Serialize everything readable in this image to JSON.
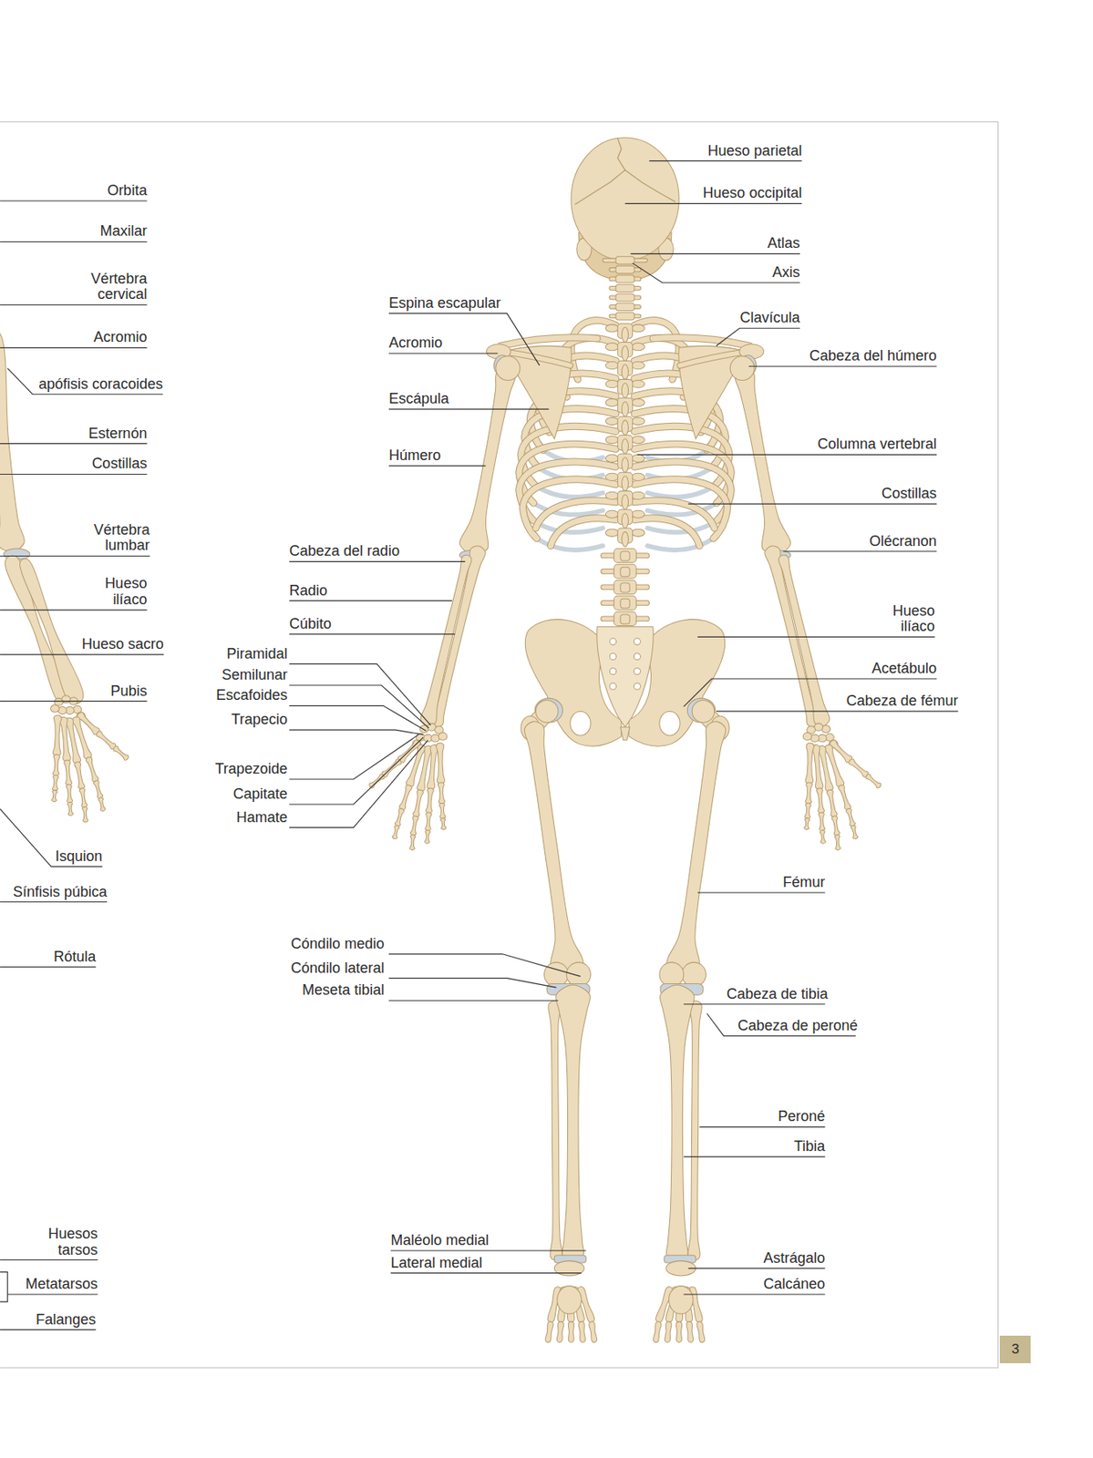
{
  "diagram": {
    "nodes": [
      {
        "text": [
          "3"
        ]
      }
    ],
    "labels": [
      "Orbita",
      "Maxilar",
      "Vértebra cervical",
      "Acromio",
      "apófisis coracoides",
      "Esternón",
      "Costillas",
      "Vértebra lumbar",
      "Hueso ilíaco",
      "Hueso sacro",
      "Pubis",
      "Isquion",
      "Sínfisis púbica",
      "Rótula",
      "Huesos tarsos",
      "Metatarsos",
      "Falanges",
      "Hueso parietal",
      "Hueso occipital",
      "Atlas",
      "Axis",
      "Espina escapular",
      "Clavícula",
      "Acromio",
      "Cabeza del húmero",
      "Escápula",
      "Húmero",
      "Columna vertebral",
      "Costillas",
      "Cabeza del radio",
      "Olécranon",
      "Radio",
      "Cúbito",
      "Hueso ilíaco",
      "Piramidal",
      "Semilunar",
      "Escafoides",
      "Trapecio",
      "Acetábulo",
      "Cabeza de fémur",
      "Trapezoide",
      "Capitate",
      "Hamate",
      "Fémur",
      "Cóndilo medio",
      "Cóndilo lateral",
      "Meseta tibial",
      "Cabeza de tibia",
      "Cabeza de peroné",
      "Peroné",
      "Tibia",
      "Maléolo medial",
      "Lateral medial",
      "Astrágalo",
      "Calcáneo"
    ]
  }
}
